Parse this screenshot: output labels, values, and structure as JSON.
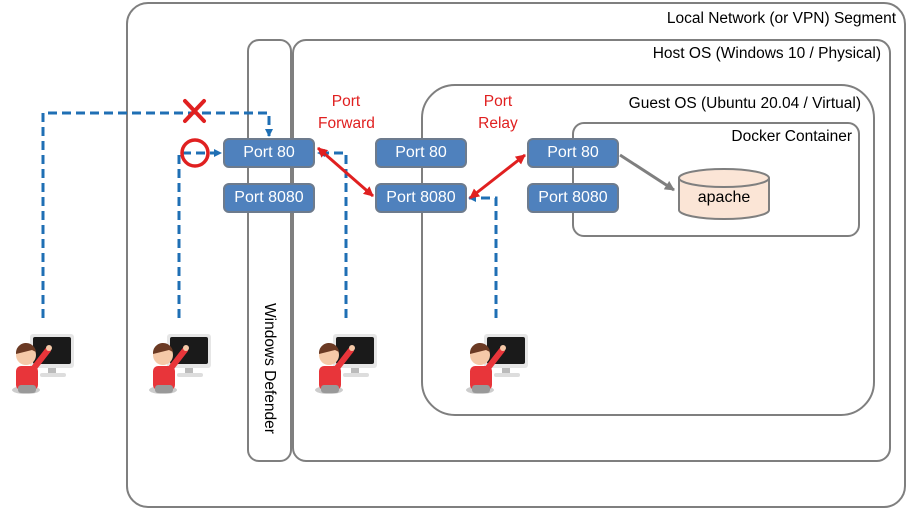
{
  "segments": {
    "local_network": "Local Network (or VPN) Segment",
    "host_os": "Host OS (Windows 10 / Physical)",
    "guest_os": "Guest OS (Ubuntu 20.04 / Virtual)",
    "docker": "Docker Container",
    "firewall": "Windows Defender"
  },
  "ports": {
    "host_edge": [
      {
        "label": "Port 80"
      },
      {
        "label": "Port 8080"
      }
    ],
    "host": [
      {
        "label": "Port 80"
      },
      {
        "label": "Port 8080"
      }
    ],
    "guest": [
      {
        "label": "Port 80"
      },
      {
        "label": "Port 8080"
      }
    ]
  },
  "annotations": {
    "port_forward": [
      "Port",
      "Forward"
    ],
    "port_relay": [
      "Port",
      "Relay"
    ]
  },
  "service": {
    "label": "apache",
    "icon": "database-cylinder-icon"
  },
  "clients": [
    {
      "name": "external-client",
      "icon": "user-at-computer-icon",
      "access": "blocked"
    },
    {
      "name": "lan-client",
      "icon": "user-at-computer-icon",
      "access": "allowed"
    },
    {
      "name": "host-client",
      "icon": "user-at-computer-icon",
      "access": "direct"
    },
    {
      "name": "guest-client",
      "icon": "user-at-computer-icon",
      "access": "direct"
    }
  ],
  "markers": {
    "blocked": "cross-mark-icon",
    "allowed": "circle-mark-icon"
  },
  "colors": {
    "port_fill": "#4f81bd",
    "dashed_line": "#1f6fb4",
    "red_accent": "#e02020",
    "box_border": "#7f7f7f",
    "cylinder_fill": "#fbe5d6"
  }
}
